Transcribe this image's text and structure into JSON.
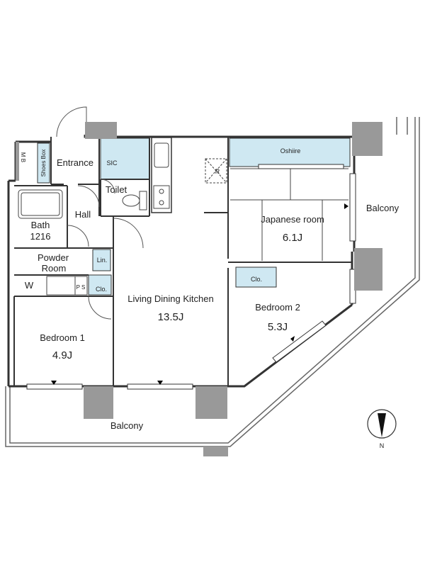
{
  "colors": {
    "wall": "#999999",
    "storage": "#cfe8f2",
    "line": "#333333",
    "background": "#ffffff"
  },
  "rooms": {
    "mb": "M B",
    "shoes_box": "Shoes Box",
    "entrance": "Entrance",
    "sic": "SIC",
    "toilet": "Toilet",
    "hall": "Hall",
    "bath": "Bath",
    "bath_size": "1216",
    "powder_room_line1": "Powder",
    "powder_room_line2": "Room",
    "linen": "Lin.",
    "washer": "W",
    "ps": "P S",
    "closet_1": "Clo.",
    "closet_2": "Clo.",
    "refrigerator": "R",
    "oshiire": "Oshiire",
    "japanese_room": "Japanese room",
    "japanese_room_size": "6.1J",
    "ldk": "Living Dining Kitchen",
    "ldk_size": "13.5J",
    "bedroom_1": "Bedroom 1",
    "bedroom_1_size": "4.9J",
    "bedroom_2": "Bedroom 2",
    "bedroom_2_size": "5.3J",
    "balcony_right": "Balcony",
    "balcony_bottom": "Balcony"
  },
  "compass": {
    "north_label": "N",
    "icon": "north-arrow-icon"
  }
}
